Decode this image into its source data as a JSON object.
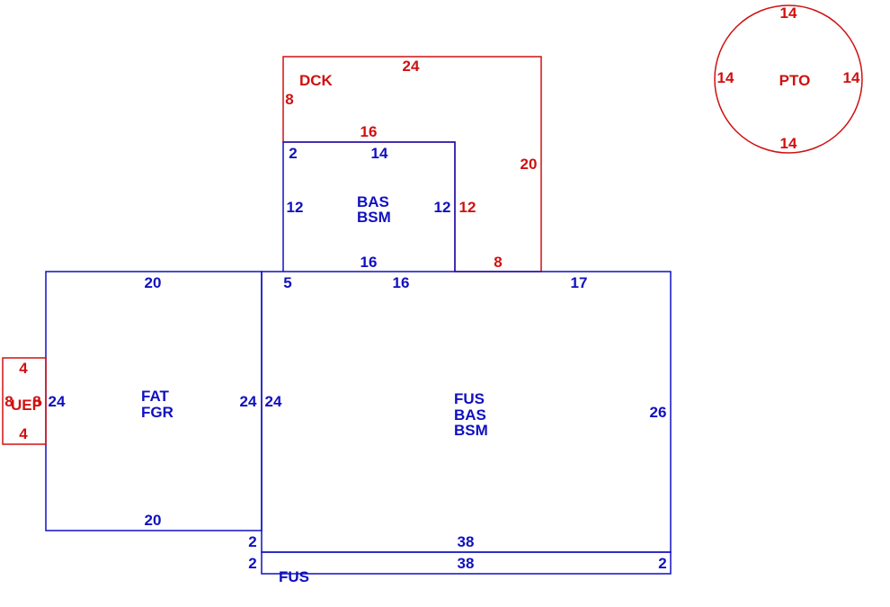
{
  "colors": {
    "main_line": "#1010c0",
    "secondary_line": "#d01010"
  },
  "areas": {
    "pto": {
      "label": "PTO",
      "dims": [
        "14",
        "14",
        "14",
        "14"
      ]
    },
    "dck": {
      "label": "DCK",
      "dims": [
        "24",
        "8",
        "16",
        "20",
        "12",
        "8"
      ]
    },
    "bas_upper": {
      "labels": [
        "BAS",
        "BSM"
      ],
      "dims": [
        "2",
        "14",
        "12",
        "12",
        "16"
      ]
    },
    "fat": {
      "labels": [
        "FAT",
        "FGR"
      ],
      "dims": [
        "20",
        "24",
        "24",
        "20"
      ]
    },
    "fus_main": {
      "labels": [
        "FUS",
        "BAS",
        "BSM"
      ],
      "dims": [
        "5",
        "16",
        "17",
        "24",
        "26",
        "38"
      ]
    },
    "fus_strip": {
      "label": "FUS",
      "dims": [
        "2",
        "2",
        "38",
        "2"
      ]
    },
    "uep": {
      "label": "UEP",
      "dims": [
        "4",
        "8",
        "8",
        "4"
      ]
    }
  }
}
